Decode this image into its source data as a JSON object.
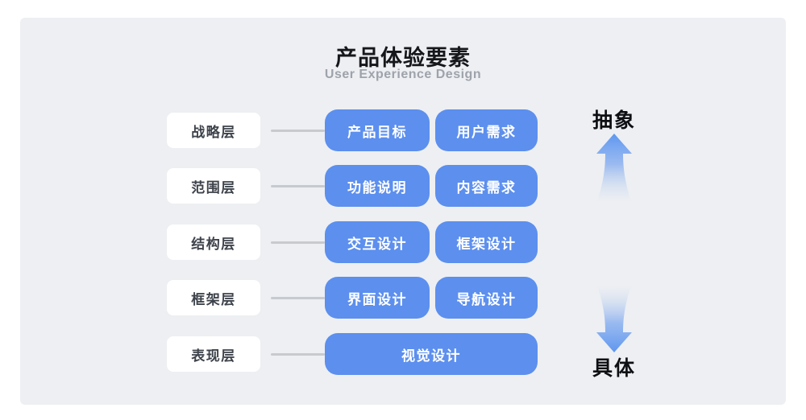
{
  "title": "产品体验要素",
  "subtitle": "User Experience Design",
  "rows": [
    {
      "label": "战略层",
      "boxes": [
        "产品目标",
        "用户需求"
      ]
    },
    {
      "label": "范围层",
      "boxes": [
        "功能说明",
        "内容需求"
      ]
    },
    {
      "label": "结构层",
      "boxes": [
        "交互设计",
        "框架设计"
      ]
    },
    {
      "label": "框架层",
      "boxes": [
        "界面设计",
        "导航设计"
      ]
    },
    {
      "label": "表现层",
      "boxes": [
        "视觉设计"
      ]
    }
  ],
  "axis": {
    "top_label": "抽象",
    "bottom_label": "具体"
  },
  "colors": {
    "panel_bg": "#EDEFF2",
    "box_blue": "#5C8FEE",
    "label_box_bg": "#FFFFFF",
    "label_text": "#3E434B",
    "connector": "#C7CACF",
    "title_text": "#16171A",
    "subtitle_text": "#9EA3AB",
    "arrow_blue": "#5E96F0"
  }
}
